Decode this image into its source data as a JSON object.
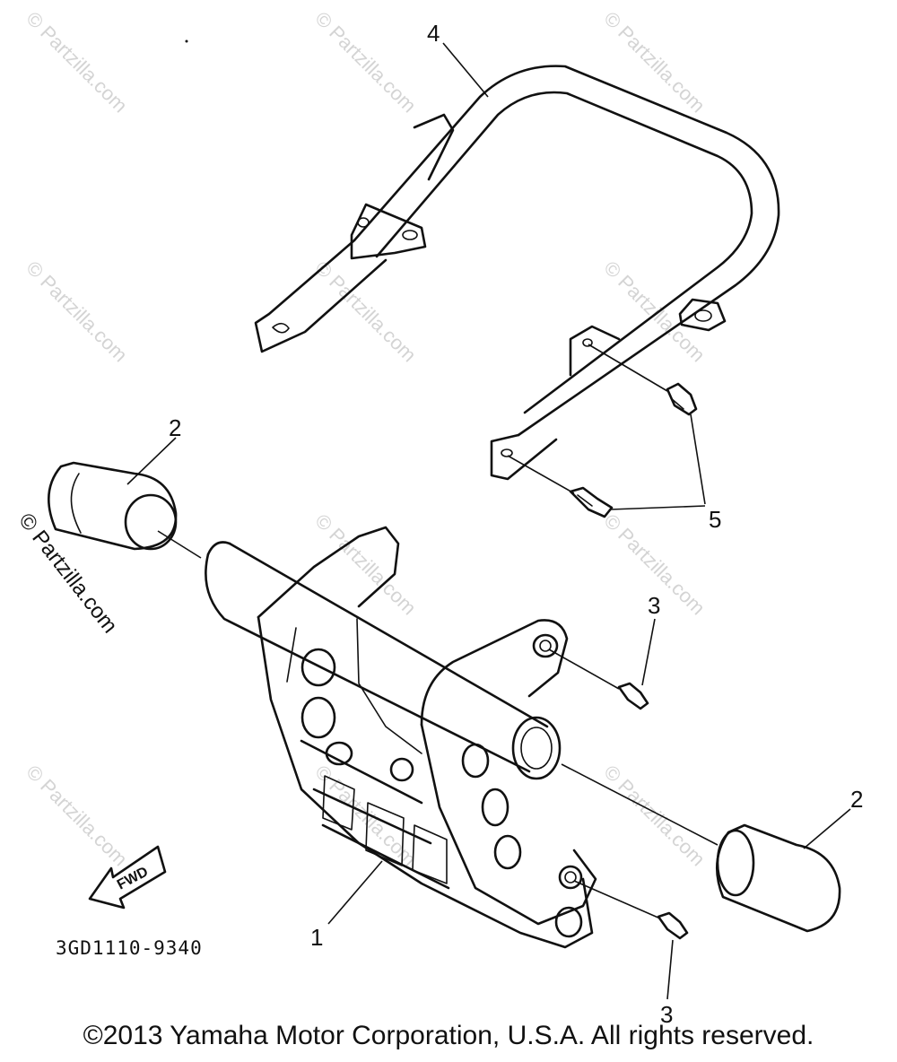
{
  "diagram": {
    "callouts": {
      "c1": "1",
      "c2a": "2",
      "c2b": "2",
      "c3a": "3",
      "c3b": "3",
      "c4": "4",
      "c5": "5"
    },
    "fwd_label": "FWD",
    "diagram_code": "3GD1110-9340"
  },
  "watermark": {
    "text": "© Partzilla.com",
    "color": "#d4d4d4"
  },
  "side_watermark": "© Partzilla.com",
  "copyright": "©2013 Yamaha Motor Corporation, U.S.A. All rights reserved."
}
